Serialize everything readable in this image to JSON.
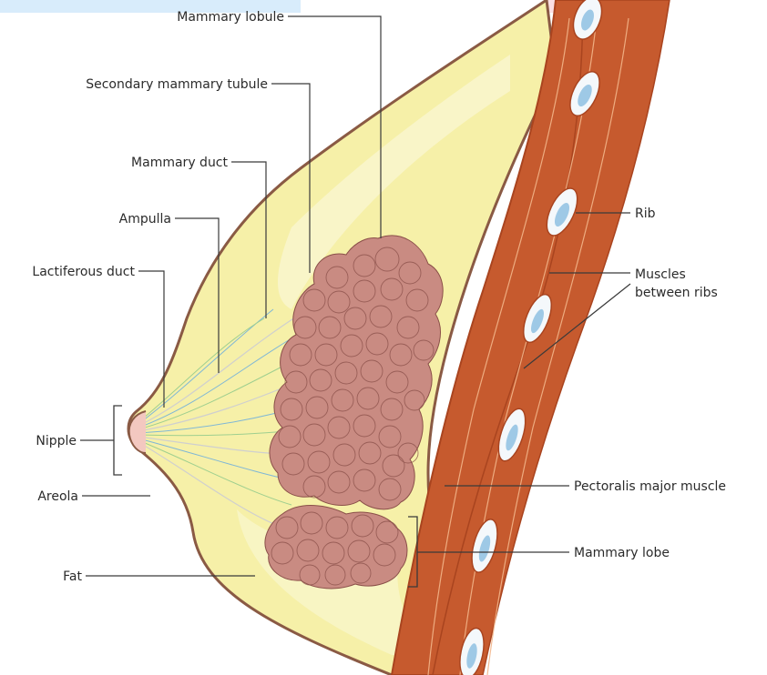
{
  "labels": {
    "mammary_lobule": "Mammary lobule",
    "secondary_mammary_tubule": "Secondary mammary tubule",
    "mammary_duct": "Mammary duct",
    "ampulla": "Ampulla",
    "lactiferous_duct": "Lactiferous duct",
    "nipple": "Nipple",
    "areola": "Areola",
    "fat": "Fat",
    "rib": "Rib",
    "muscles_between_ribs": [
      "Muscles",
      "between ribs"
    ],
    "pectoralis_major_muscle": "Pectoralis major muscle",
    "mammary_lobe": "Mammary lobe"
  },
  "colors": {
    "skin_outline": "#8a5a44",
    "fat_fill": "#f6f0a8",
    "fat_light": "#faf6cf",
    "muscle": "#c65a2e",
    "muscle_dark": "#a9441f",
    "rib": "#f4f8fb",
    "rib_blue": "#9ec9e6",
    "lobule": "#c98b82",
    "corner_blue": "#d8ecfb",
    "corner_pink": "#fbdfe3"
  }
}
